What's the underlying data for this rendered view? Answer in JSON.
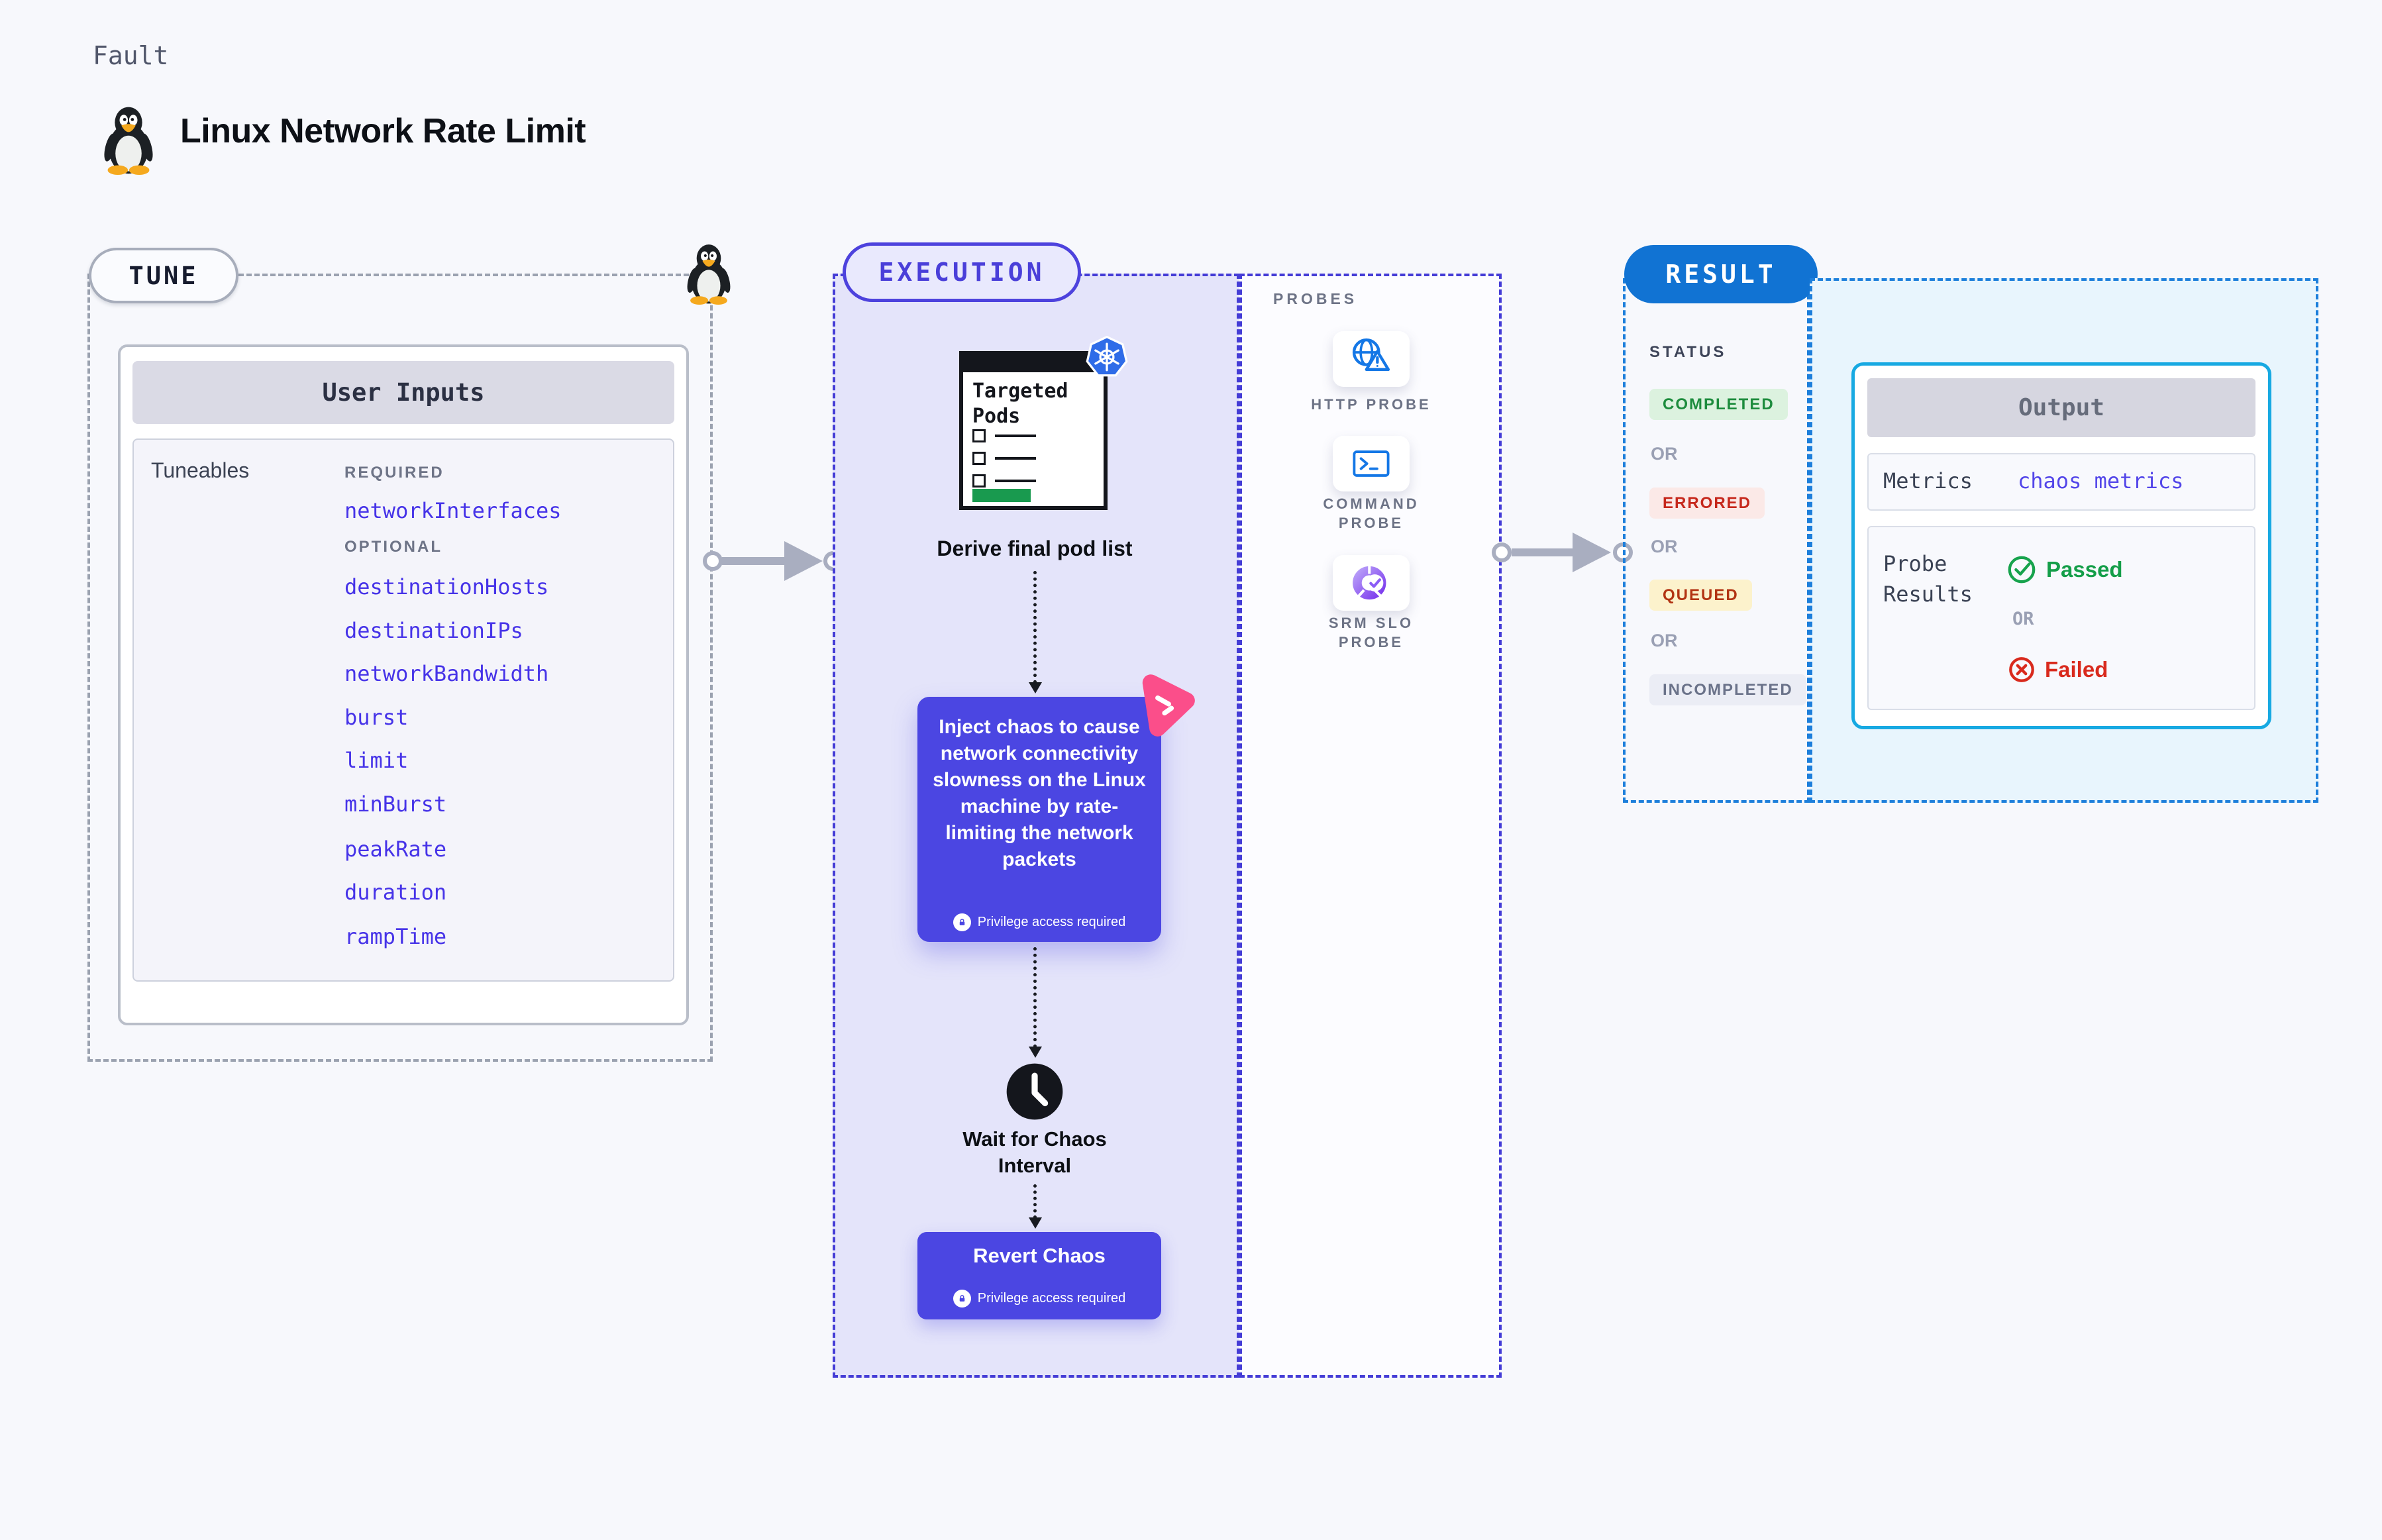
{
  "header": {
    "category_label": "Fault",
    "title": "Linux Network Rate Limit"
  },
  "tune": {
    "badge_label": "TUNE",
    "card_title": "User Inputs",
    "tuneables_label": "Tuneables",
    "required_label": "REQUIRED",
    "required_params": [
      "networkInterfaces"
    ],
    "optional_label": "OPTIONAL",
    "optional_params": [
      "destinationHosts",
      "destinationIPs",
      "networkBandwidth",
      "burst",
      "limit",
      "minBurst",
      "peakRate",
      "duration",
      "rampTime"
    ]
  },
  "execution": {
    "badge_label": "EXECUTION",
    "targeted_pods_label": "Targeted Pods",
    "derive_label": "Derive final pod list",
    "inject_text": "Inject chaos to cause network connectivity slowness on the Linux machine by rate-limiting the network packets",
    "privilege_label": "Privilege access required",
    "wait_label": "Wait for Chaos Interval",
    "revert_label": "Revert Chaos"
  },
  "probes": {
    "section_label": "PROBES",
    "items": [
      {
        "label": "HTTP PROBE",
        "icon": "globe-warning-icon"
      },
      {
        "label": "COMMAND PROBE",
        "icon": "terminal-icon"
      },
      {
        "label": "SRM SLO PROBE",
        "icon": "slo-donut-icon"
      }
    ]
  },
  "result": {
    "badge_label": "RESULT",
    "status_label": "STATUS",
    "or_label": "OR",
    "statuses": [
      {
        "label": "COMPLETED",
        "color": "#1d8c3d",
        "bg": "#dcf2df"
      },
      {
        "label": "ERRORED",
        "color": "#c6281c",
        "bg": "#fbe9e7"
      },
      {
        "label": "QUEUED",
        "color": "#b23413",
        "bg": "#fcf2cc"
      },
      {
        "label": "INCOMPLETED",
        "color": "#6a7289",
        "bg": "#ebedf5"
      }
    ],
    "output": {
      "title": "Output",
      "metrics_label": "Metrics",
      "metrics_value": "chaos metrics",
      "probe_results_label": "Probe Results",
      "passed_label": "Passed",
      "failed_label": "Failed"
    }
  },
  "colors": {
    "page_bg": "#f7f8fc",
    "accent_indigo": "#4b46e2",
    "execution_border": "#443cd6",
    "execution_bg": "#e4e4fa",
    "result_blue": "#1173d3",
    "result_dash_blue": "#1d7fdb",
    "output_border_cyan": "#17a9e2",
    "output_panel_bg": "#e8f5fd",
    "link_blue": "#4633e8",
    "passed_green": "#149e49",
    "failed_red": "#d92a1d",
    "litmus_pink": "#fb4e8a",
    "kubernetes_blue": "#2f6ce8",
    "probe_icon_blue": "#1477e6",
    "pod_list_green": "#199a4f"
  }
}
